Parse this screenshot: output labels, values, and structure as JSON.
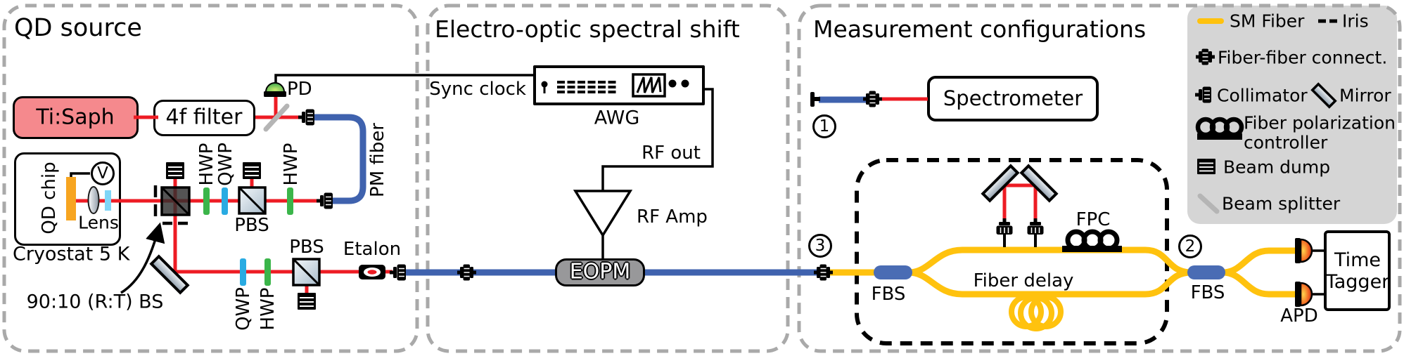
{
  "titles": {
    "qd_source": "QD source",
    "eo_shift": "Electro-optic spectral shift",
    "measurement": "Measurement configurations"
  },
  "qd": {
    "ti_saph": "Ti:Saph",
    "filter_4f": "4f filter",
    "pd": "PD",
    "pm_fiber": "PM fiber",
    "hwp_a": "HWP",
    "qwp_a": "QWP",
    "pbs_a": "PBS",
    "hwp_b": "HWP",
    "qd_chip": "QD chip",
    "lens": "Lens",
    "voltage_source": "V",
    "cryostat": "Cryostat 5 K",
    "bs_note": "90:10 (R:T) BS",
    "qwp_b": "QWP",
    "hwp_c": "HWP",
    "pbs_b": "PBS",
    "etalon": "Etalon"
  },
  "eo": {
    "sync_clock": "Sync clock",
    "awg": "AWG",
    "rf_out": "RF out",
    "rf_amp": "RF Amp",
    "eopm": "EOPM"
  },
  "meas": {
    "config1": "1",
    "config2": "2",
    "config3": "3",
    "spectrometer": "Spectrometer",
    "fbs_left": "FBS",
    "fbs_right": "FBS",
    "fpc": "FPC",
    "fiber_delay": "Fiber delay",
    "apd": "APD",
    "time_tagger": [
      "Time",
      "Tagger"
    ]
  },
  "legend": {
    "sm_fiber": "SM Fiber",
    "iris": "Iris",
    "fiber_fiber": "Fiber-fiber connect.",
    "collimator": "Collimator",
    "mirror": "Mirror",
    "fpc": [
      "Fiber polarization",
      "controller"
    ],
    "beam_dump": "Beam dump",
    "beam_splitter": "Beam splitter"
  },
  "colors": {
    "beam_red": "#ED1C24",
    "pm_fiber_blue": "#3F62AE",
    "sm_fiber_yellow": "#FFC20E",
    "hwp_green": "#3BB54A",
    "qwp_blue": "#29ABE2",
    "ti_saph_fill": "#F5898D",
    "eopm_gray": "#98989A",
    "legend_bg": "#D5D5D5",
    "fbs_blue": "#4A6CB4"
  }
}
